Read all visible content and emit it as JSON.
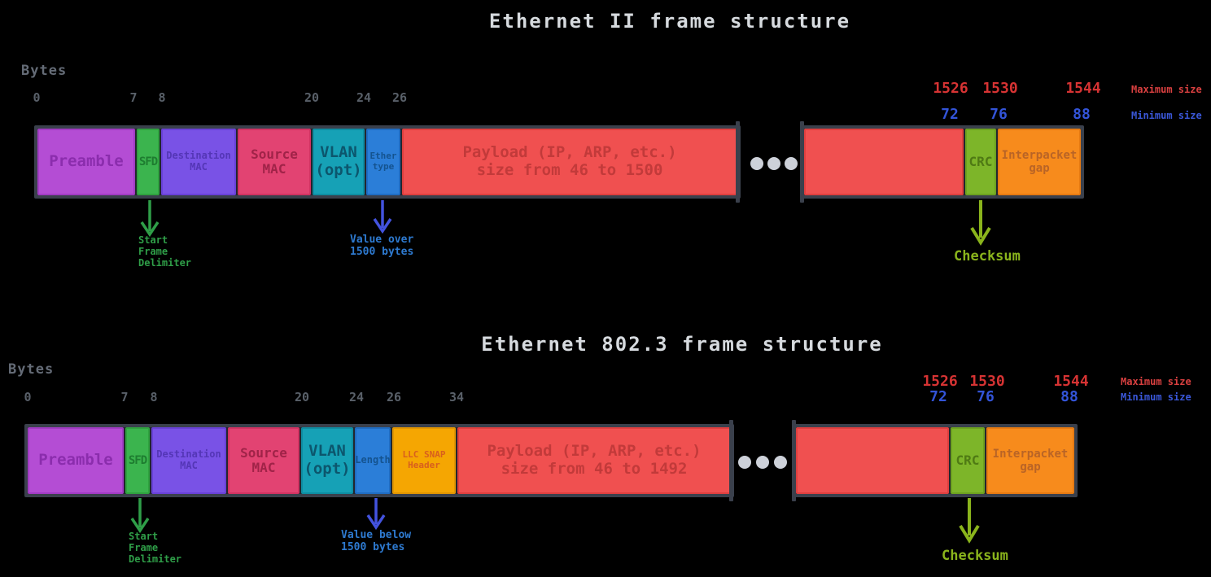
{
  "d0": {
    "title": "Ethernet II frame structure",
    "bytes_label": "Bytes",
    "byte_marks": [
      "0",
      "7",
      "8",
      "20",
      "24",
      "26"
    ],
    "fields": [
      "Preamble",
      "SFD",
      "Destination MAC",
      "Source MAC",
      "VLAN (opt)",
      "Ether type"
    ],
    "payload_line1": "Payload (IP, ARP, etc.)",
    "payload_line2": "size from 46 to 1500",
    "crc": "CRC",
    "ipg": "Interpacket gap",
    "max_marks": [
      "1526",
      "1530",
      "1544"
    ],
    "max_label": "Maximum size",
    "min_marks": [
      "72",
      "76",
      "88"
    ],
    "min_label": "Minimum size",
    "ann_sfd": [
      "Start",
      "Frame",
      "Delimiter"
    ],
    "ann_type": [
      "Value over",
      "1500 bytes"
    ],
    "ann_checksum": "Checksum"
  },
  "d1": {
    "title": "Ethernet 802.3 frame structure",
    "bytes_label": "Bytes",
    "byte_marks": [
      "0",
      "7",
      "8",
      "20",
      "24",
      "26",
      "34"
    ],
    "fields": [
      "Preamble",
      "SFD",
      "Destination MAC",
      "Source MAC",
      "VLAN (opt)",
      "Length",
      "LLC SNAP Header"
    ],
    "payload_line1": "Payload (IP, ARP, etc.)",
    "payload_line2": "size from 46 to 1492",
    "crc": "CRC",
    "ipg": "Interpacket gap",
    "max_marks": [
      "1526",
      "1530",
      "1544"
    ],
    "max_label": "Maximum size",
    "min_marks": [
      "72",
      "76",
      "88"
    ],
    "min_label": "Minimum size",
    "ann_sfd": [
      "Start",
      "Frame",
      "Delimiter"
    ],
    "ann_type": [
      "Value below",
      "1500 bytes"
    ],
    "ann_checksum": "Checksum"
  },
  "colors": {
    "background": "#000000",
    "preamble": "#b44dd4",
    "sfd": "#3bb44e",
    "destination_mac": "#7952e6",
    "source_mac": "#e24372",
    "vlan": "#16a1b6",
    "ether_type": "#2b7ed8",
    "llc_snap": "#f5a602",
    "payload": "#f05050",
    "crc": "#7db529",
    "interpacket_gap": "#f78b1c",
    "max_red": "#d63333",
    "min_blue": "#3354d8"
  }
}
